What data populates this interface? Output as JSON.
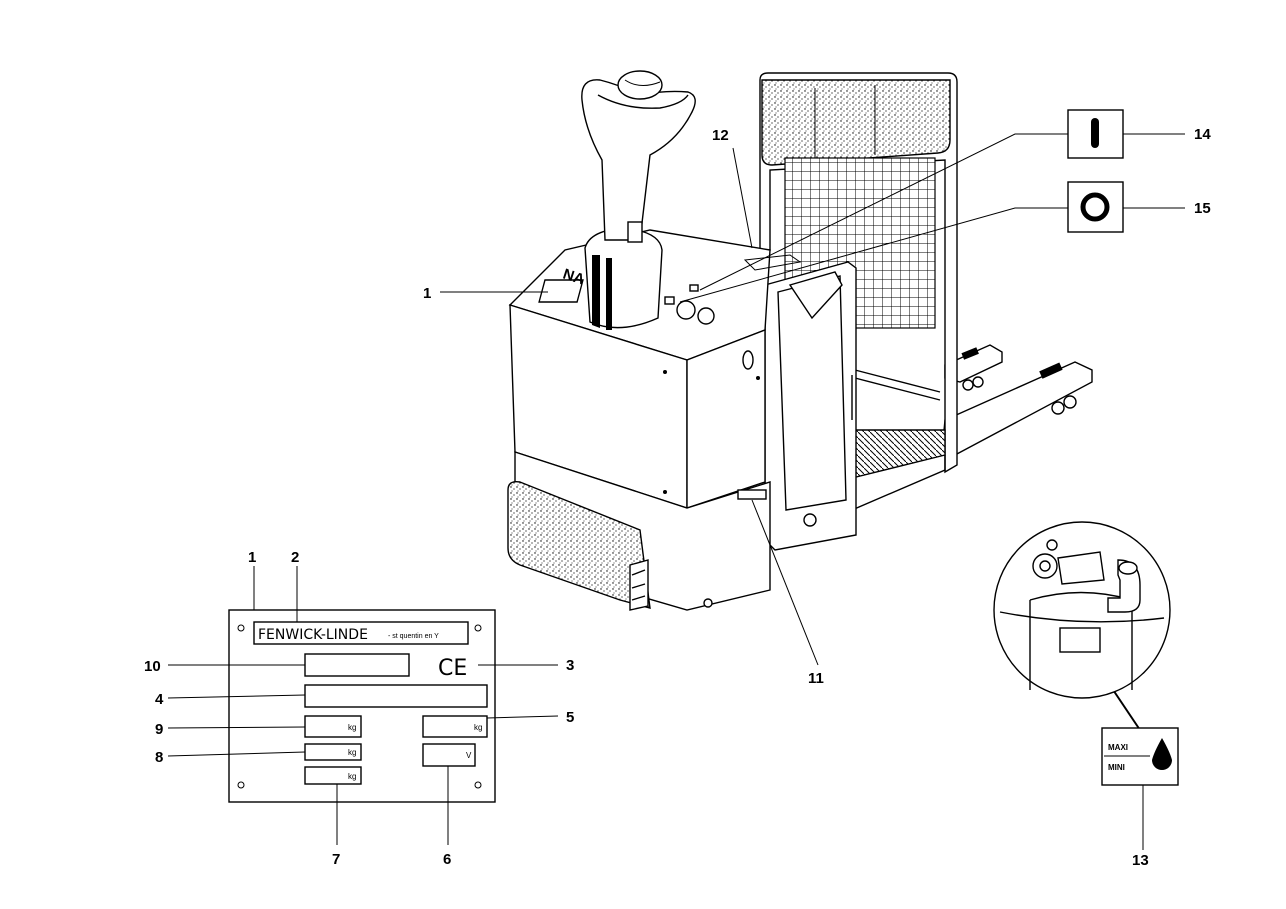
{
  "callouts": {
    "c1": "1",
    "c1b": "1",
    "c2": "2",
    "c3": "3",
    "c4": "4",
    "c5": "5",
    "c6": "6",
    "c7": "7",
    "c8": "8",
    "c9": "9",
    "c10": "10",
    "c11": "11",
    "c12": "12",
    "c13": "13",
    "c14": "14",
    "c15": "15"
  },
  "plate": {
    "brand": "FENWICK-LINDE",
    "brand_sub": "- st quentin en Y",
    "ce_mark": "CE",
    "unit_kg_1": "kg",
    "unit_kg_2": "kg",
    "unit_kg_3": "kg",
    "unit_kg_4": "kg",
    "unit_v": "V"
  },
  "oil_gauge": {
    "maxi": "MAXI",
    "mini": "MINI"
  },
  "truck": {
    "decal": "NA"
  },
  "colors": {
    "ink": "#000000",
    "paper": "#ffffff"
  }
}
